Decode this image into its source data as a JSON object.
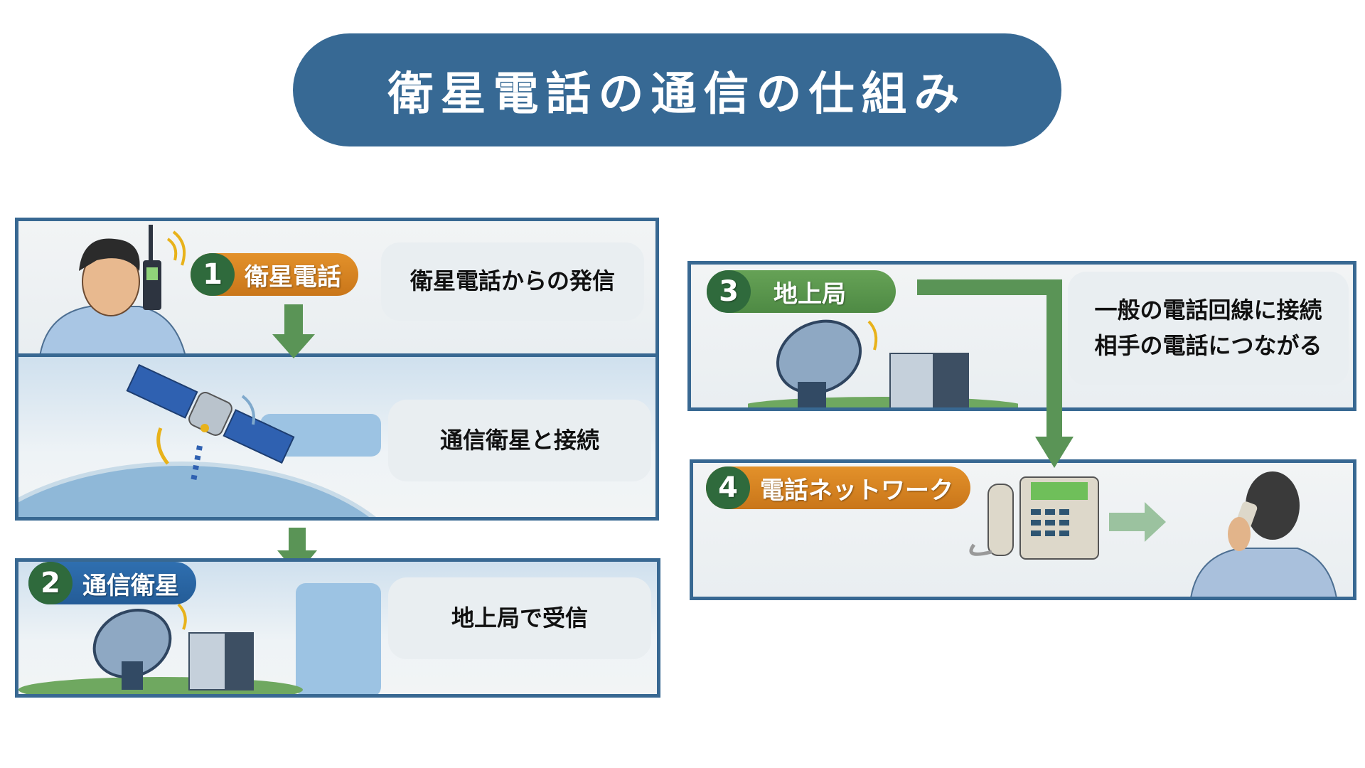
{
  "title": "衛星電話の通信の仕組み",
  "steps": [
    {
      "num": "1",
      "label": "衛星電話",
      "desc": "衛星電話からの発信"
    },
    {
      "num": "",
      "label": "",
      "desc": "通信衛星と接続"
    },
    {
      "num": "2",
      "label": "通信衛星",
      "desc": "地上局で受信"
    },
    {
      "num": "3",
      "label": "地上局",
      "desc_lines": [
        "一般の電話回線に接続",
        "相手の電話につながる"
      ]
    },
    {
      "num": "4",
      "label": "電話ネットワーク"
    }
  ],
  "colors": {
    "title_bg": "#376994",
    "border": "#386892",
    "arrow": "#5a9456",
    "orange": "#d9851f",
    "blue": "#2b67a6",
    "green": "#5b9650"
  }
}
